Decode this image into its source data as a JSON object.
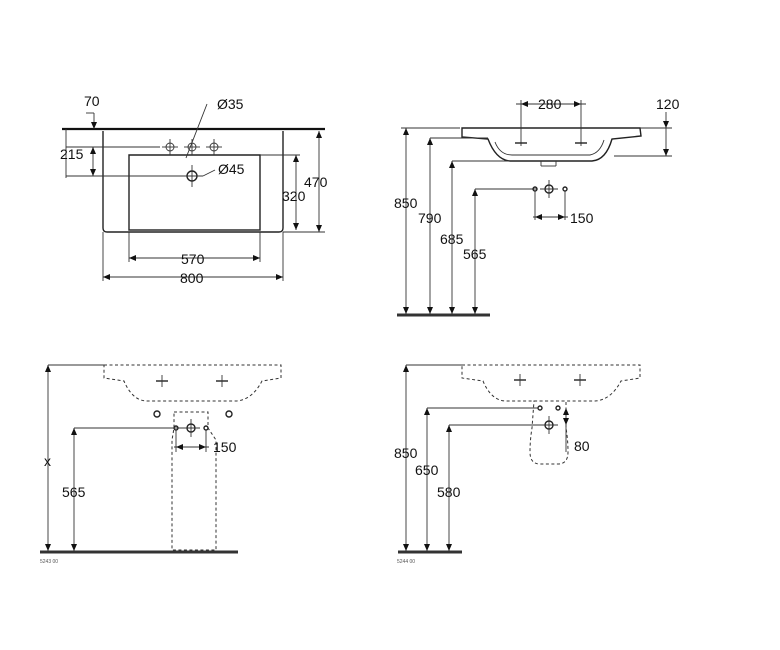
{
  "top_view": {
    "tap_hole_dia": "Ø35",
    "waste_dia": "Ø45",
    "dim_70": "70",
    "dim_215": "215",
    "dim_320": "320",
    "dim_470": "470",
    "dim_570": "570",
    "dim_800": "800"
  },
  "side_view": {
    "dim_280": "280",
    "dim_120": "120",
    "dim_850": "850",
    "dim_790": "790",
    "dim_685": "685",
    "dim_565": "565",
    "dim_150": "150"
  },
  "pedestal_view": {
    "dim_x": "x",
    "dim_565": "565",
    "dim_150": "150",
    "drawing_code": "5243 00"
  },
  "semi_pedestal_view": {
    "dim_850": "850",
    "dim_650": "650",
    "dim_580": "580",
    "dim_80": "80",
    "drawing_code": "5244 00"
  }
}
